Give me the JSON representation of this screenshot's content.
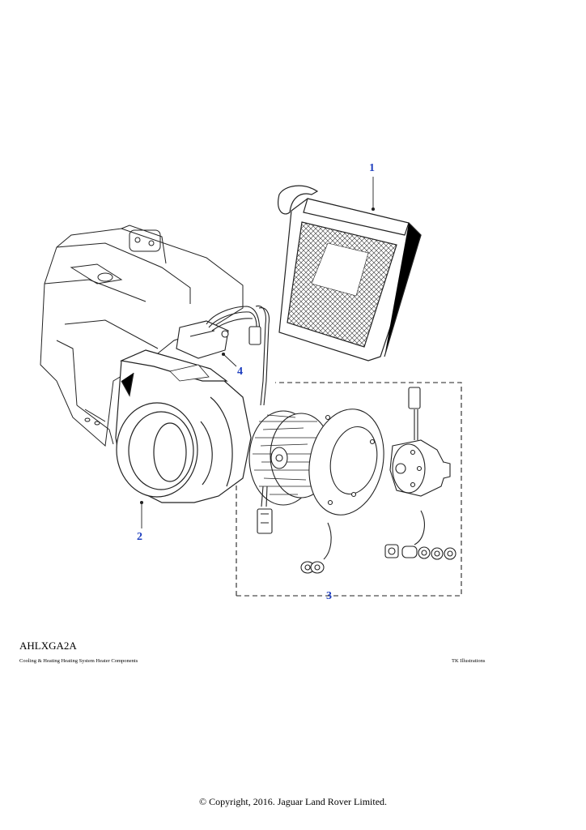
{
  "callouts": {
    "c1": "1",
    "c2": "2",
    "c3": "3",
    "c4": "4"
  },
  "footer": {
    "ref_code": "AHLXGA2A",
    "caption": "Cooling & Heating Heating System Heater Components",
    "illustrator": "TK Illustrations",
    "copyright": "© Copyright, 2016. Jaguar Land Rover Limited."
  },
  "colors": {
    "callout": "#1f3fbf",
    "line": "#222222"
  }
}
